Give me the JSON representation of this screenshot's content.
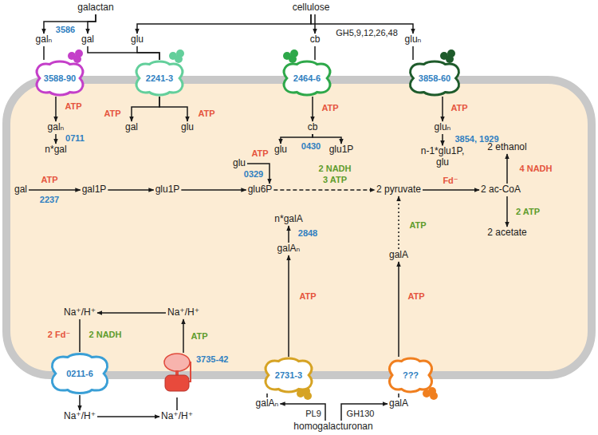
{
  "diagram": {
    "nodes": [
      {
        "text": [
          "galactan"
        ]
      },
      {
        "text": [
          "cellulose"
        ]
      },
      {
        "text": [
          "galₙ"
        ]
      },
      {
        "text": [
          "gal"
        ]
      },
      {
        "text": [
          "glu"
        ]
      },
      {
        "text": [
          "cb"
        ]
      },
      {
        "text": [
          "gluₙ"
        ]
      },
      {
        "text": [
          "3588-90"
        ]
      },
      {
        "text": [
          "2241-3"
        ]
      },
      {
        "text": [
          "2464-6"
        ]
      },
      {
        "text": [
          "3858-60"
        ]
      },
      {
        "text": [
          "galₙ"
        ]
      },
      {
        "text": [
          "gal"
        ]
      },
      {
        "text": [
          "glu"
        ]
      },
      {
        "text": [
          "cb"
        ]
      },
      {
        "text": [
          "gluₙ"
        ]
      },
      {
        "text": [
          "n*gal"
        ]
      },
      {
        "text": [
          "glu"
        ]
      },
      {
        "text": [
          "glu1P"
        ]
      },
      {
        "text": [
          "n-1*glu1P, glu"
        ]
      },
      {
        "text": [
          "2 ethanol"
        ]
      },
      {
        "text": [
          "glu"
        ]
      },
      {
        "text": [
          "gal"
        ]
      },
      {
        "text": [
          "gal1P"
        ]
      },
      {
        "text": [
          "glu1P"
        ]
      },
      {
        "text": [
          "glu6P"
        ]
      },
      {
        "text": [
          "2 pyruvate"
        ]
      },
      {
        "text": [
          "2 ac-CoA"
        ]
      },
      {
        "text": [
          "n*galA"
        ]
      },
      {
        "text": [
          "2 acetate"
        ]
      },
      {
        "text": [
          "galAₙ"
        ]
      },
      {
        "text": [
          "galA"
        ]
      },
      {
        "text": [
          "Na⁺/H⁺"
        ]
      },
      {
        "text": [
          "Na⁺/H⁺"
        ]
      },
      {
        "text": [
          "0211-6"
        ]
      },
      {
        "text": [
          "3735-42"
        ]
      },
      {
        "text": [
          "2731-3"
        ]
      },
      {
        "text": [
          "???"
        ]
      },
      {
        "text": [
          "Na⁺/H⁺"
        ]
      },
      {
        "text": [
          "Na⁺/H⁺"
        ]
      },
      {
        "text": [
          "galAₙ"
        ]
      },
      {
        "text": [
          "galA"
        ]
      },
      {
        "text": [
          "homogalacturonan"
        ]
      }
    ],
    "edges": [
      {
        "from": 0,
        "to": 2,
        "arrow": "to"
      },
      {
        "from": 0,
        "to": 3,
        "arrow": "to"
      },
      {
        "from": 1,
        "to": 4,
        "arrow": "to"
      },
      {
        "from": 1,
        "to": 5,
        "arrow": "to"
      },
      {
        "from": 1,
        "to": 6,
        "arrow": "to"
      },
      {
        "from": 2,
        "to": 7,
        "arrow": "none"
      },
      {
        "from": 3,
        "to": 8,
        "arrow": "none"
      },
      {
        "from": 4,
        "to": 8,
        "arrow": "none"
      },
      {
        "from": 5,
        "to": 9,
        "arrow": "none"
      },
      {
        "from": 6,
        "to": 10,
        "arrow": "none"
      },
      {
        "from": 7,
        "to": 11,
        "arrow": "to"
      },
      {
        "from": 8,
        "to": 12,
        "arrow": "to"
      },
      {
        "from": 8,
        "to": 13,
        "arrow": "to"
      },
      {
        "from": 9,
        "to": 14,
        "arrow": "to"
      },
      {
        "from": 10,
        "to": 15,
        "arrow": "to"
      },
      {
        "from": 11,
        "to": 16,
        "arrow": "to"
      },
      {
        "from": 14,
        "to": 17,
        "arrow": "to"
      },
      {
        "from": 14,
        "to": 18,
        "arrow": "to"
      },
      {
        "from": 15,
        "to": 19,
        "arrow": "to"
      },
      {
        "from": 21,
        "to": 25,
        "arrow": "to"
      },
      {
        "from": 22,
        "to": 23,
        "arrow": "to"
      },
      {
        "from": 23,
        "to": 24,
        "arrow": "to"
      },
      {
        "from": 24,
        "to": 25,
        "arrow": "to"
      },
      {
        "from": 25,
        "to": 26,
        "arrow": "to"
      },
      {
        "from": 26,
        "to": 27,
        "arrow": "to"
      },
      {
        "from": 27,
        "to": 20,
        "arrow": "to"
      },
      {
        "from": 27,
        "to": 29,
        "arrow": "to"
      },
      {
        "from": 30,
        "to": 28,
        "arrow": "to"
      },
      {
        "from": 31,
        "to": 26,
        "arrow": "to"
      },
      {
        "from": 36,
        "to": 30,
        "arrow": "to"
      },
      {
        "from": 37,
        "to": 31,
        "arrow": "to"
      },
      {
        "from": 32,
        "to": 34,
        "arrow": "none"
      },
      {
        "from": 34,
        "to": 38,
        "arrow": "to"
      },
      {
        "from": 33,
        "to": 32,
        "arrow": "to"
      },
      {
        "from": 35,
        "to": 33,
        "arrow": "to"
      },
      {
        "from": 38,
        "to": 39,
        "arrow": "to"
      },
      {
        "from": 39,
        "to": 35,
        "arrow": "none"
      },
      {
        "from": 40,
        "to": 36,
        "arrow": "none"
      },
      {
        "from": 41,
        "to": 37,
        "arrow": "none"
      },
      {
        "from": 42,
        "to": 40,
        "arrow": "to"
      },
      {
        "from": 42,
        "to": 41,
        "arrow": "to"
      }
    ],
    "labels": [
      "3586",
      "GH5,9,12,26,48",
      "ATP",
      "ATP",
      "ATP",
      "ATP",
      "ATP",
      "0711",
      "0430",
      "3854, 1929",
      "ATP",
      "0329",
      "4 NADH",
      "ATP",
      "2237",
      "2 NADH",
      "3 ATP",
      "Fd⁻",
      "2 ATP",
      "2848",
      "ATP",
      "ATP",
      "ATP",
      "2 Fd⁻",
      "2 NADH",
      "ATP",
      "PL9",
      "GH130"
    ]
  }
}
